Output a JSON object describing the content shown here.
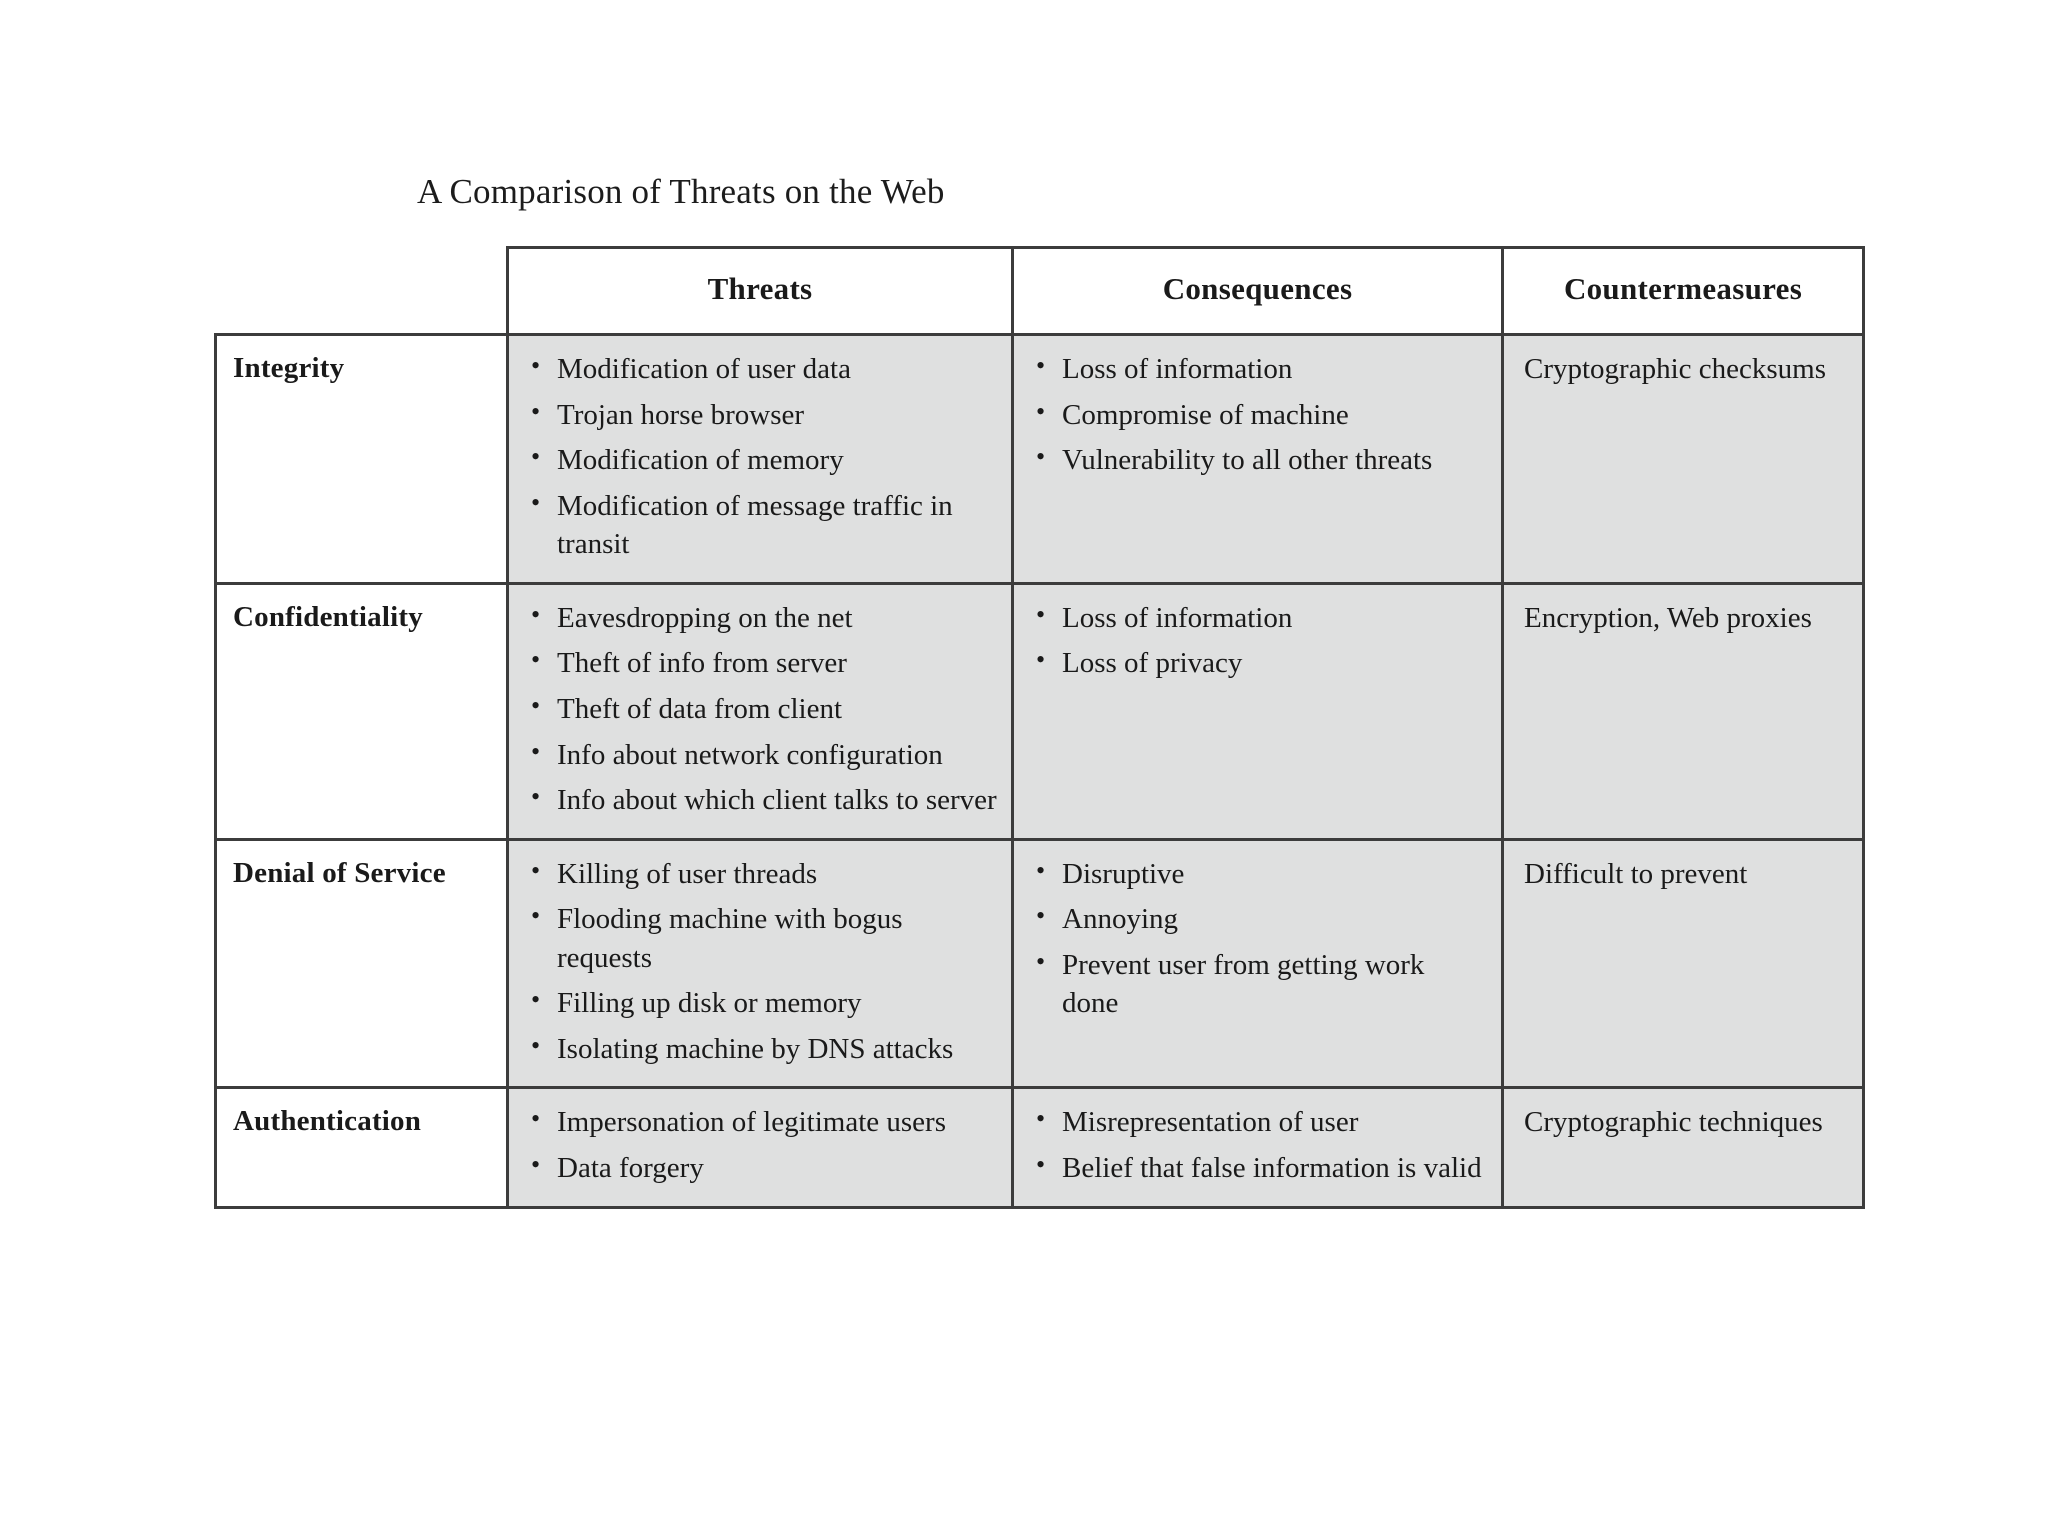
{
  "title": "A Comparison of Threats on the Web",
  "table": {
    "columns": [
      "",
      "Threats",
      "Consequences",
      "Countermeasures"
    ],
    "headers": {
      "threats": "Threats",
      "consequences": "Consequences",
      "countermeasures": "Countermeasures"
    },
    "rows": [
      {
        "label": "Integrity",
        "threats": [
          "Modification of user data",
          "Trojan horse browser",
          "Modification of memory",
          "Modification of message traffic in transit"
        ],
        "consequences": [
          "Loss of information",
          "Compromise of machine",
          "Vulnerability to all other threats"
        ],
        "countermeasures": "Cryptographic checksums"
      },
      {
        "label": "Confidentiality",
        "threats": [
          "Eavesdropping on the net",
          "Theft of info from server",
          "Theft of data from client",
          "Info about network configuration",
          "Info about which client talks to server"
        ],
        "consequences": [
          "Loss of information",
          "Loss of privacy"
        ],
        "countermeasures": "Encryption, Web proxies"
      },
      {
        "label": "Denial of Service",
        "threats": [
          "Killing of user threads",
          "Flooding machine with bogus requests",
          "Filling up disk or memory",
          "Isolating machine by DNS attacks"
        ],
        "consequences": [
          "Disruptive",
          "Annoying",
          "Prevent user from getting work done"
        ],
        "countermeasures": "Difficult to prevent"
      },
      {
        "label": "Authentication",
        "threats": [
          "Impersonation of legitimate users",
          "Data forgery"
        ],
        "consequences": [
          "Misrepresentation of user",
          "Belief that false information is valid"
        ],
        "countermeasures": "Cryptographic techniques"
      }
    ]
  },
  "colors": {
    "page_background": "#ffffff",
    "cell_fill_gray": "#dfe0e0",
    "cell_fill_white": "#ffffff",
    "border": "#3c3c3c",
    "text": "#1a1a1a"
  }
}
